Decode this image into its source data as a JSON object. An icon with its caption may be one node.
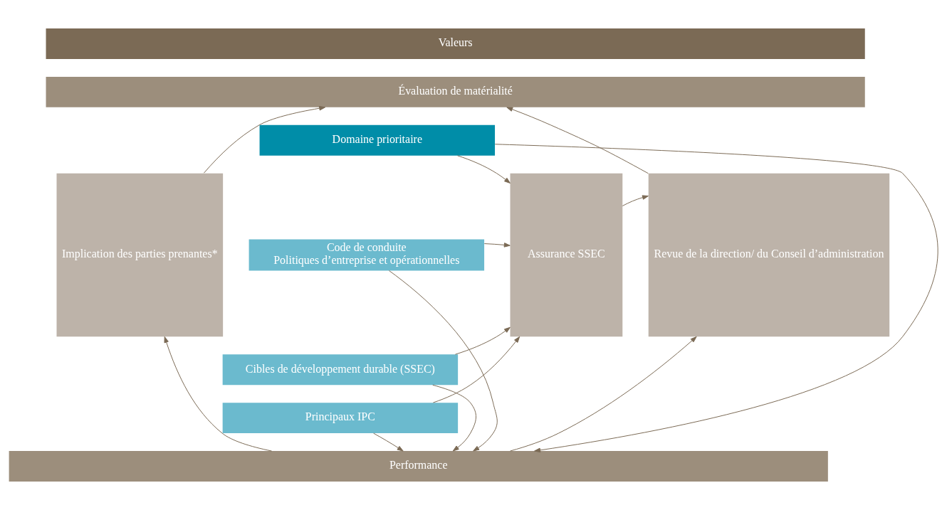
{
  "diagram": {
    "nodes": [
      {
        "text": [
          "Valeurs"
        ]
      },
      {
        "text": [
          "Évaluation de matérialité"
        ]
      },
      {
        "text": [
          "Implication des parties prenantes*"
        ]
      },
      {
        "text": [
          "Domaine prioritaire"
        ]
      },
      {
        "text": [
          "Code de conduite",
          "Politiques d’entreprise et opérationnelles"
        ]
      },
      {
        "text": [
          "Cibles de développement durable (SSEC)"
        ]
      },
      {
        "text": [
          "Principaux IPC"
        ]
      },
      {
        "text": [
          "Assurance SSEC"
        ]
      },
      {
        "text": [
          "Revue de la direction/ du Conseil d’administration"
        ]
      },
      {
        "text": [
          "Performance"
        ]
      }
    ],
    "edges": [
      {
        "from": 2,
        "to": 1,
        "arrow": "to"
      },
      {
        "from": 9,
        "to": 2,
        "arrow": "to"
      },
      {
        "from": 3,
        "to": 9,
        "arrow": "to"
      },
      {
        "from": 4,
        "to": 9,
        "arrow": "to"
      },
      {
        "from": 5,
        "to": 9,
        "arrow": "to"
      },
      {
        "from": 6,
        "to": 9,
        "arrow": "to"
      },
      {
        "from": 3,
        "to": 7,
        "arrow": "to"
      },
      {
        "from": 4,
        "to": 7,
        "arrow": "to"
      },
      {
        "from": 5,
        "to": 7,
        "arrow": "to"
      },
      {
        "from": 6,
        "to": 7,
        "arrow": "to"
      },
      {
        "from": 7,
        "to": 8,
        "arrow": "to"
      },
      {
        "from": 8,
        "to": 1,
        "arrow": "to"
      },
      {
        "from": 9,
        "to": 8,
        "arrow": "to"
      }
    ]
  }
}
